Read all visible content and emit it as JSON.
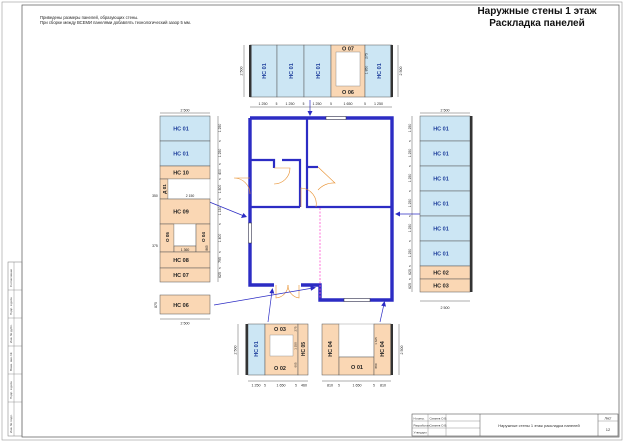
{
  "header": {
    "title_line1": "Наружные стены 1 этаж",
    "title_line2": "Раскладка панелей",
    "note_line1": "Приведены размеры панелей, образующих стены.",
    "note_line2": "При сборке между ВСЕМИ панелями добавлять технологический зазор 5 мм."
  },
  "colors": {
    "panel_blue": "#cce6f4",
    "panel_orange": "#fad7b4",
    "wall_blue": "#2c2cc4",
    "pointer": "#2c2cc4",
    "door": "#e8902e",
    "dashed_pink": "#ff4fd0"
  },
  "top_block": {
    "panels": [
      "НС 01",
      "НС 01",
      "НС 01",
      "НС 01"
    ],
    "window_top": "О 07",
    "window_bottom": "О 06",
    "dim_height": "2 500",
    "dim_window": "1 850",
    "dim_sill": "275",
    "dims_bottom": [
      "1 250",
      "5",
      "1 250",
      "5",
      "1 250",
      "5",
      "1 650",
      "5",
      "1 250"
    ]
  },
  "left_block": {
    "dim_width": "2 500",
    "panels": [
      "НС 01",
      "НС 01",
      "НС 10",
      "Д 01",
      "НС 09",
      "О 05",
      "О 04",
      "НС 08",
      "НС 07"
    ],
    "dims_right": [
      "1 250",
      "5",
      "1 250",
      "5",
      "400",
      "5",
      "1 800",
      "5",
      "1 130",
      "5",
      "1 400",
      "5",
      "795",
      "5",
      "625"
    ],
    "dim_door": "2 150",
    "dim_350": "350",
    "dim_375": "375",
    "dim_1360": "1 360",
    "dim_865": "865"
  },
  "left_single": {
    "panel": "НС 06",
    "dim_height": "875",
    "dim_width": "2 500"
  },
  "right_block": {
    "dim_width": "2 500",
    "panels": [
      "НС 01",
      "НС 01",
      "НС 01",
      "НС 01",
      "НС 01",
      "НС 01",
      "НС 02",
      "НС 03"
    ],
    "dims_left": [
      "1 250",
      "5",
      "1 250",
      "5",
      "1 250",
      "5",
      "1 250",
      "5",
      "1 250",
      "5",
      "1 250",
      "5",
      "625",
      "5",
      "625"
    ],
    "dim_bottom": "2 500"
  },
  "bottom_left_block": {
    "panels": [
      "НС 01",
      "О 03",
      "О 02",
      "НС 05"
    ],
    "dim_height": "2 500",
    "dim_275": "275",
    "dim_1250": "1 250",
    "dim_665": "665",
    "dims_bottom": [
      "1 250",
      "5",
      "1 650",
      "5",
      "460"
    ]
  },
  "bottom_right_block": {
    "panels": [
      "НС 04",
      "О 01",
      "НС 04"
    ],
    "dim_height": "2 500",
    "dim_1625": "1 625",
    "dim_880": "880",
    "dims_bottom": [
      "810",
      "5",
      "1 650",
      "5",
      "810"
    ]
  },
  "side_stamp": [
    "Инв. № подл.",
    "Подп. и дата",
    "Взам. инв. №",
    "Инв. № дубл.",
    "Подп. и дата",
    "Согласовано"
  ],
  "title_block": {
    "rows": [
      [
        "Н.контр.",
        "Симиев О.В."
      ],
      [
        "Разработал",
        "Симиев О.В."
      ],
      [
        "Утвердил",
        ""
      ]
    ],
    "name": "Наружные стены 1 этаж раскладка панелей",
    "sheet_label": "Лист",
    "sheet_number": "12"
  }
}
